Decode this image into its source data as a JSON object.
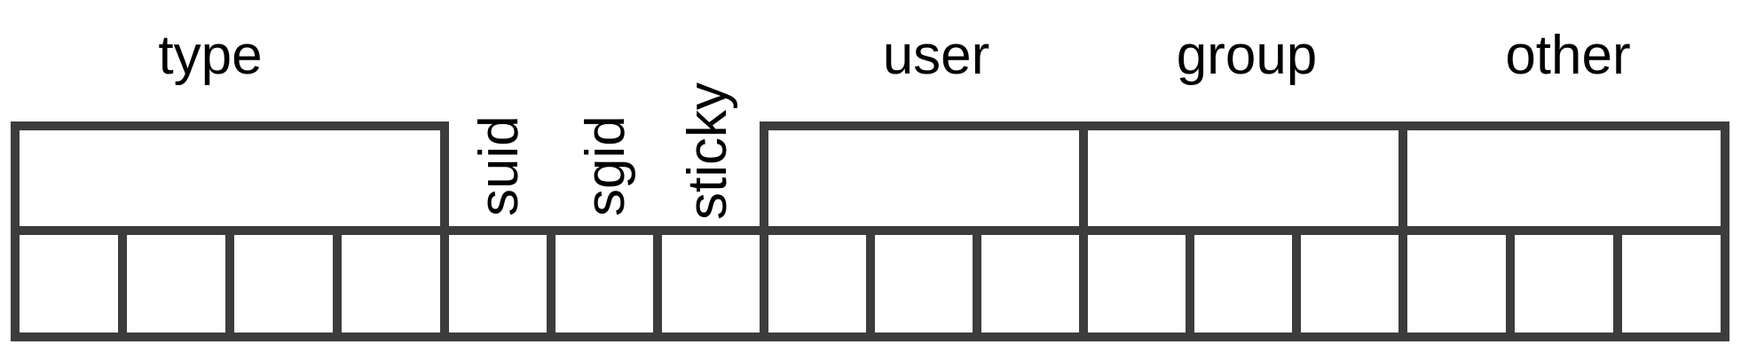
{
  "colors": {
    "stroke": "#3c3c3c",
    "text": "#000000",
    "background": "#ffffff"
  },
  "groups": [
    {
      "key": "type",
      "label": "type",
      "bits": 4
    },
    {
      "key": "suid",
      "label": "suid",
      "bits": 1
    },
    {
      "key": "sgid",
      "label": "sgid",
      "bits": 1
    },
    {
      "key": "sticky",
      "label": "sticky",
      "bits": 1
    },
    {
      "key": "user",
      "label": "user",
      "bits": 3
    },
    {
      "key": "group",
      "label": "group",
      "bits": 3
    },
    {
      "key": "other",
      "label": "other",
      "bits": 3
    }
  ]
}
